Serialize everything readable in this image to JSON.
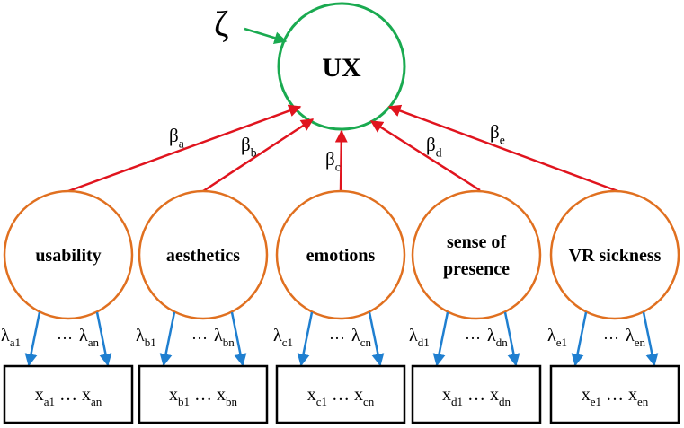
{
  "disturbance": {
    "symbol": "ζ"
  },
  "outcome": {
    "label": "UX"
  },
  "colors": {
    "outcome_circle": "#1aaa50",
    "construct_circle": "#e07020",
    "structural_arrow": "#e0141e",
    "disturbance_arrow": "#1aaa50",
    "loading_arrow": "#1f7fd0",
    "indicator_box": "#000000"
  },
  "constructs": [
    {
      "label_lines": [
        "usability"
      ],
      "beta": {
        "base": "β",
        "sub": "a"
      },
      "lambda_first": {
        "base": "λ",
        "sub": "a1"
      },
      "lambda_last": {
        "base": "λ",
        "sub": "an"
      },
      "indicator": {
        "first_base": "x",
        "first_sub": "a1",
        "ellipsis": "…",
        "last_base": "x",
        "last_sub": "an"
      }
    },
    {
      "label_lines": [
        "aesthetics"
      ],
      "beta": {
        "base": "β",
        "sub": "b"
      },
      "lambda_first": {
        "base": "λ",
        "sub": "b1"
      },
      "lambda_last": {
        "base": "λ",
        "sub": "bn"
      },
      "indicator": {
        "first_base": "x",
        "first_sub": "b1",
        "ellipsis": "…",
        "last_base": "x",
        "last_sub": "bn"
      }
    },
    {
      "label_lines": [
        "emotions"
      ],
      "beta": {
        "base": "β",
        "sub": "c"
      },
      "lambda_first": {
        "base": "λ",
        "sub": "c1"
      },
      "lambda_last": {
        "base": "λ",
        "sub": "cn"
      },
      "indicator": {
        "first_base": "x",
        "first_sub": "c1",
        "ellipsis": "…",
        "last_base": "x",
        "last_sub": "cn"
      }
    },
    {
      "label_lines": [
        "sense of",
        "presence"
      ],
      "beta": {
        "base": "β",
        "sub": "d"
      },
      "lambda_first": {
        "base": "λ",
        "sub": "d1"
      },
      "lambda_last": {
        "base": "λ",
        "sub": "dn"
      },
      "indicator": {
        "first_base": "x",
        "first_sub": "d1",
        "ellipsis": "…",
        "last_base": "x",
        "last_sub": "dn"
      }
    },
    {
      "label_lines": [
        "VR sickness"
      ],
      "beta": {
        "base": "β",
        "sub": "e"
      },
      "lambda_first": {
        "base": "λ",
        "sub": "e1"
      },
      "lambda_last": {
        "base": "λ",
        "sub": "en"
      },
      "indicator": {
        "first_base": "x",
        "first_sub": "e1",
        "ellipsis": "…",
        "last_base": "x",
        "last_sub": "en"
      }
    }
  ],
  "loading_ellipsis": "…"
}
